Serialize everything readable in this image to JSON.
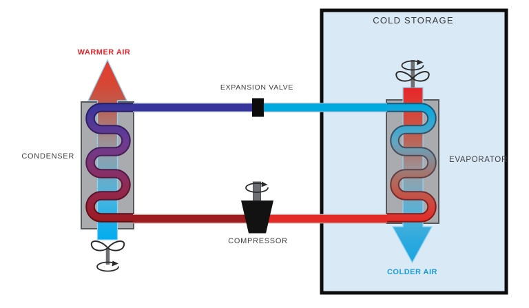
{
  "diagram": {
    "labels": {
      "cold_storage": "COLD STORAGE",
      "warmer_air": "WARMER AIR",
      "expansion_valve": "EXPANSION VALVE",
      "condenser": "CONDENSER",
      "evaporator": "EVAPORATOR",
      "compressor": "COMPRESSOR",
      "colder_air": "COLDER AIR"
    },
    "colors": {
      "warmer_air_text": "#E8232A",
      "colder_air_text": "#1C9AD6",
      "label_text": "#414042",
      "cold_storage_fill": "#D9EAF6",
      "cold_storage_border": "#0D0D0D",
      "unit_gray": "#A9ABAE",
      "unit_gray_border": "#57585B",
      "pipe_dark_blue": "#37349B",
      "pipe_light_blue": "#00A9E0",
      "pipe_dark_red": "#9E1B20",
      "pipe_bright_red": "#E32A26",
      "warm_arrow_red": "#E33C30",
      "cold_arrow_cyan": "#1CA6DF",
      "valve_black": "#0C0C0C",
      "compressor_black": "#121212",
      "fan_stroke": "#2B2B2B",
      "stem_gray": "#6D6E71"
    },
    "icons": {
      "condenser_fan": "fan-icon",
      "evaporator_fan": "fan-icon",
      "condenser_fan_rotation": "rotation-arrow-icon",
      "evaporator_fan_rotation": "rotation-arrow-icon",
      "compressor_rotation": "rotation-arrow-icon",
      "expansion_valve_body": "valve-icon"
    }
  }
}
